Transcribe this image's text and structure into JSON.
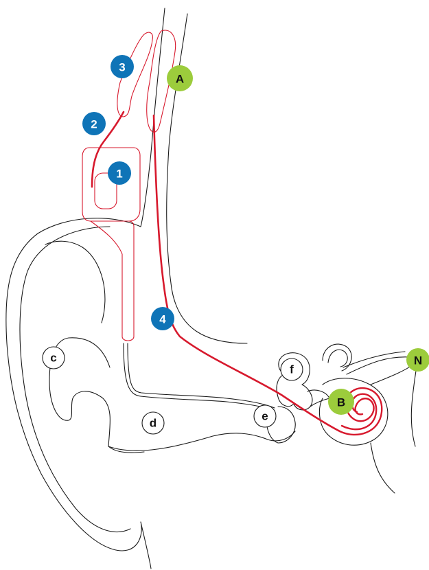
{
  "colors": {
    "blue_marker": "#0f74b7",
    "green_marker": "#9ccc3c",
    "implant_red": "#d7192d",
    "anatomy_line": "#1a1a1a"
  },
  "markers": {
    "m1": "1",
    "m2": "2",
    "m3": "3",
    "m4": "4",
    "mA": "A",
    "mB": "B",
    "mN": "N",
    "mc": "c",
    "md": "d",
    "me": "e",
    "mf": "f"
  }
}
